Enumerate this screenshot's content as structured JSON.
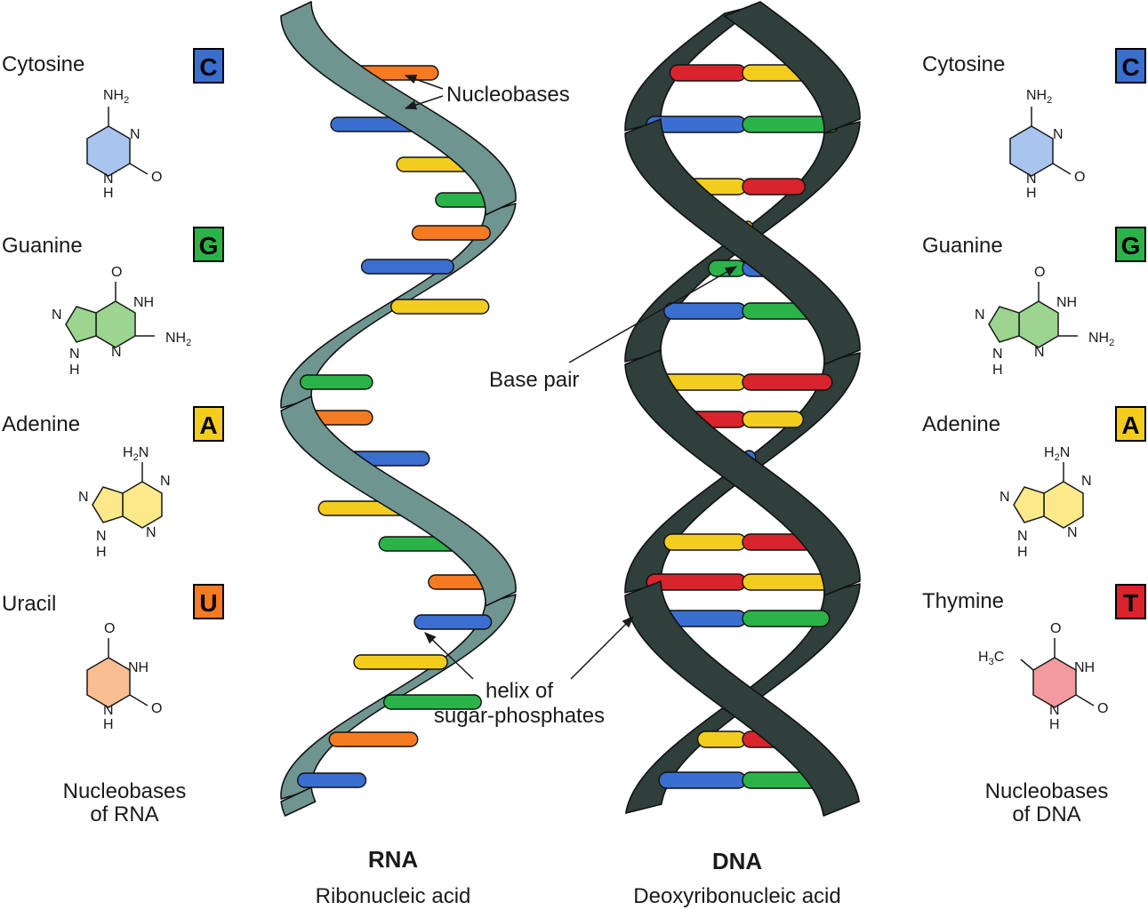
{
  "colors": {
    "cytosine": "#3a6fd0",
    "guanine": "#2bb34a",
    "adenine": "#f3cd1e",
    "uracil": "#f47b22",
    "thymine": "#d9232d",
    "rna_backbone": "#6f9590",
    "dna_backbone": "#2f3f3b"
  },
  "rna_panel": {
    "bases": [
      {
        "name": "Cytosine",
        "letter": "C"
      },
      {
        "name": "Guanine",
        "letter": "G"
      },
      {
        "name": "Adenine",
        "letter": "A"
      },
      {
        "name": "Uracil",
        "letter": "U"
      }
    ],
    "caption_line1": "Nucleobases",
    "caption_line2": "of RNA"
  },
  "dna_panel": {
    "bases": [
      {
        "name": "Cytosine",
        "letter": "C"
      },
      {
        "name": "Guanine",
        "letter": "G"
      },
      {
        "name": "Adenine",
        "letter": "A"
      },
      {
        "name": "Thymine",
        "letter": "T"
      }
    ],
    "caption_line1": "Nucleobases",
    "caption_line2": "of DNA"
  },
  "structures": {
    "nh2": "NH",
    "sub2": "2",
    "n": "N",
    "h": "H",
    "o": "O",
    "nh": "NH",
    "h2n_h": "H",
    "h2n_n": "N",
    "h3c_h": "H",
    "h3c_3": "3",
    "h3c_c": "C"
  },
  "annotations": {
    "nucleobases": "Nucleobases",
    "base_pair": "Base pair",
    "helix_line1": "helix of",
    "helix_line2": "sugar-phosphates"
  },
  "rna": {
    "title": "RNA",
    "subtitle": "Ribonucleic acid"
  },
  "dna": {
    "title": "DNA",
    "subtitle": "Deoxyribonucleic acid"
  }
}
